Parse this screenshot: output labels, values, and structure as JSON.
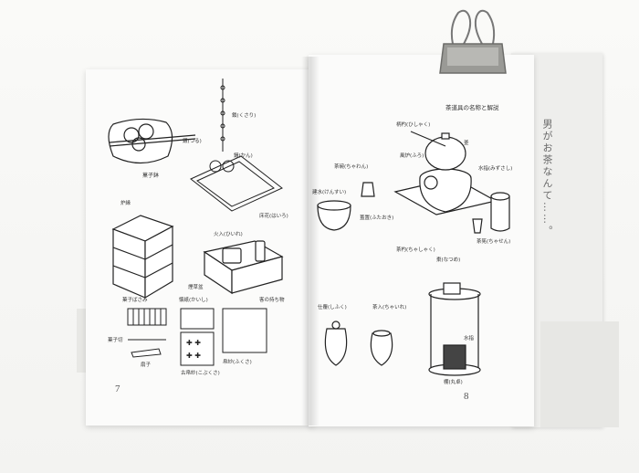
{
  "left_page": {
    "page_number": "7",
    "labels": {
      "kashibachi": "菓子鉢",
      "tsuru": "鐶(つる)",
      "kusari": "鎖(くさり)",
      "kan": "鐶(かん)",
      "roban": "炉縁",
      "tokoro": "床花(はいろ)",
      "hiire": "火入(ひいれ)",
      "enrou": "煙草盆",
      "kashibasami": "菓子ばさみ",
      "kaishi": "懐紙(かいし)",
      "kyaku": "客の持ち物",
      "kashiyouji": "菓子切",
      "sensu": "扇子",
      "kobukusa": "古帛紗(こぶくさ)",
      "fukusa": "帛紗(ふくさ)"
    }
  },
  "right_page": {
    "page_number": "8",
    "heading": "茶道具の名称と解説",
    "vertical_title": "男がお茶なんて……。",
    "labels": {
      "hishaku": "柄杓(ひしゃく)",
      "kama": "釜",
      "furo": "風炉(ふろ)",
      "chawan": "茶碗(ちゃわん)",
      "mizusashi": "水指(みずさし)",
      "kensui": "建水(けんすい)",
      "futaoki": "蓋置(ふたおき)",
      "chasen": "茶筅(ちゃせん)",
      "chashaku": "茶杓(ちゃしゃく)",
      "natsume": "棗(なつめ)",
      "shifuku": "仕覆(しふく)",
      "chaire": "茶入(ちゃいれ)",
      "marujoku": "棚(丸卓)",
      "mizusashi2": "水指"
    }
  }
}
